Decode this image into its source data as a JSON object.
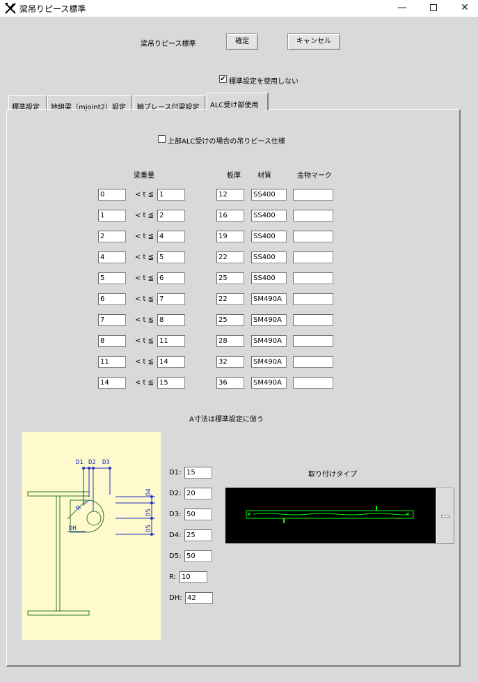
{
  "window": {
    "title": "梁吊りピース標準"
  },
  "header": {
    "title": "梁吊りピース標準",
    "ok_label": "確定",
    "cancel_label": "キャンセル"
  },
  "use_standard": {
    "label": "標準設定を使用しない",
    "checked": true
  },
  "tabs": [
    {
      "label": "標準設定"
    },
    {
      "label": "地組梁（mjoint2）設定"
    },
    {
      "label": "軸ブレース付梁設定"
    },
    {
      "label": "ALC受け部使用"
    }
  ],
  "alc_upper": {
    "label": "上部ALC受けの場合の吊りピース仕様",
    "checked": false
  },
  "table": {
    "headers": {
      "weight": "梁重量",
      "thickness": "板厚",
      "material": "材質",
      "hardware": "金物マーク"
    },
    "operator": "< t ≦",
    "rows": [
      {
        "min": "0",
        "max": "1",
        "thickness": "12",
        "material": "SS400",
        "hardware": ""
      },
      {
        "min": "1",
        "max": "2",
        "thickness": "16",
        "material": "SS400",
        "hardware": ""
      },
      {
        "min": "2",
        "max": "4",
        "thickness": "19",
        "material": "SS400",
        "hardware": ""
      },
      {
        "min": "4",
        "max": "5",
        "thickness": "22",
        "material": "SS400",
        "hardware": ""
      },
      {
        "min": "5",
        "max": "6",
        "thickness": "25",
        "material": "SS400",
        "hardware": ""
      },
      {
        "min": "6",
        "max": "7",
        "thickness": "22",
        "material": "SM490A",
        "hardware": ""
      },
      {
        "min": "7",
        "max": "8",
        "thickness": "25",
        "material": "SM490A",
        "hardware": ""
      },
      {
        "min": "8",
        "max": "11",
        "thickness": "28",
        "material": "SM490A",
        "hardware": ""
      },
      {
        "min": "11",
        "max": "14",
        "thickness": "32",
        "material": "SM490A",
        "hardware": ""
      },
      {
        "min": "14",
        "max": "15",
        "thickness": "36",
        "material": "SM490A",
        "hardware": ""
      }
    ]
  },
  "a_dim_note": "A寸法は標準設定に倣う",
  "diagram_labels": {
    "d1": "D1",
    "d2": "D2",
    "d3": "D3",
    "d4": "D4",
    "d5a": "D5",
    "d5b": "D5",
    "r": "R",
    "dh": "DH"
  },
  "dimensions": [
    {
      "label": "D1:",
      "value": "15"
    },
    {
      "label": "D2:",
      "value": "20"
    },
    {
      "label": "D3:",
      "value": "50"
    },
    {
      "label": "D4:",
      "value": "25"
    },
    {
      "label": "D5:",
      "value": "50"
    },
    {
      "label": "R:",
      "value": "10"
    },
    {
      "label": "DH:",
      "value": "42"
    }
  ],
  "mount_type": {
    "label": "取り付けタイプ"
  },
  "colors": {
    "background": "#d9d9d9",
    "diagram_bg": "#fffacd",
    "diagram_line": "#2a7a2a",
    "dim_line": "#1f2fbf",
    "preview_bg": "#000000",
    "preview_line": "#00ff00"
  }
}
